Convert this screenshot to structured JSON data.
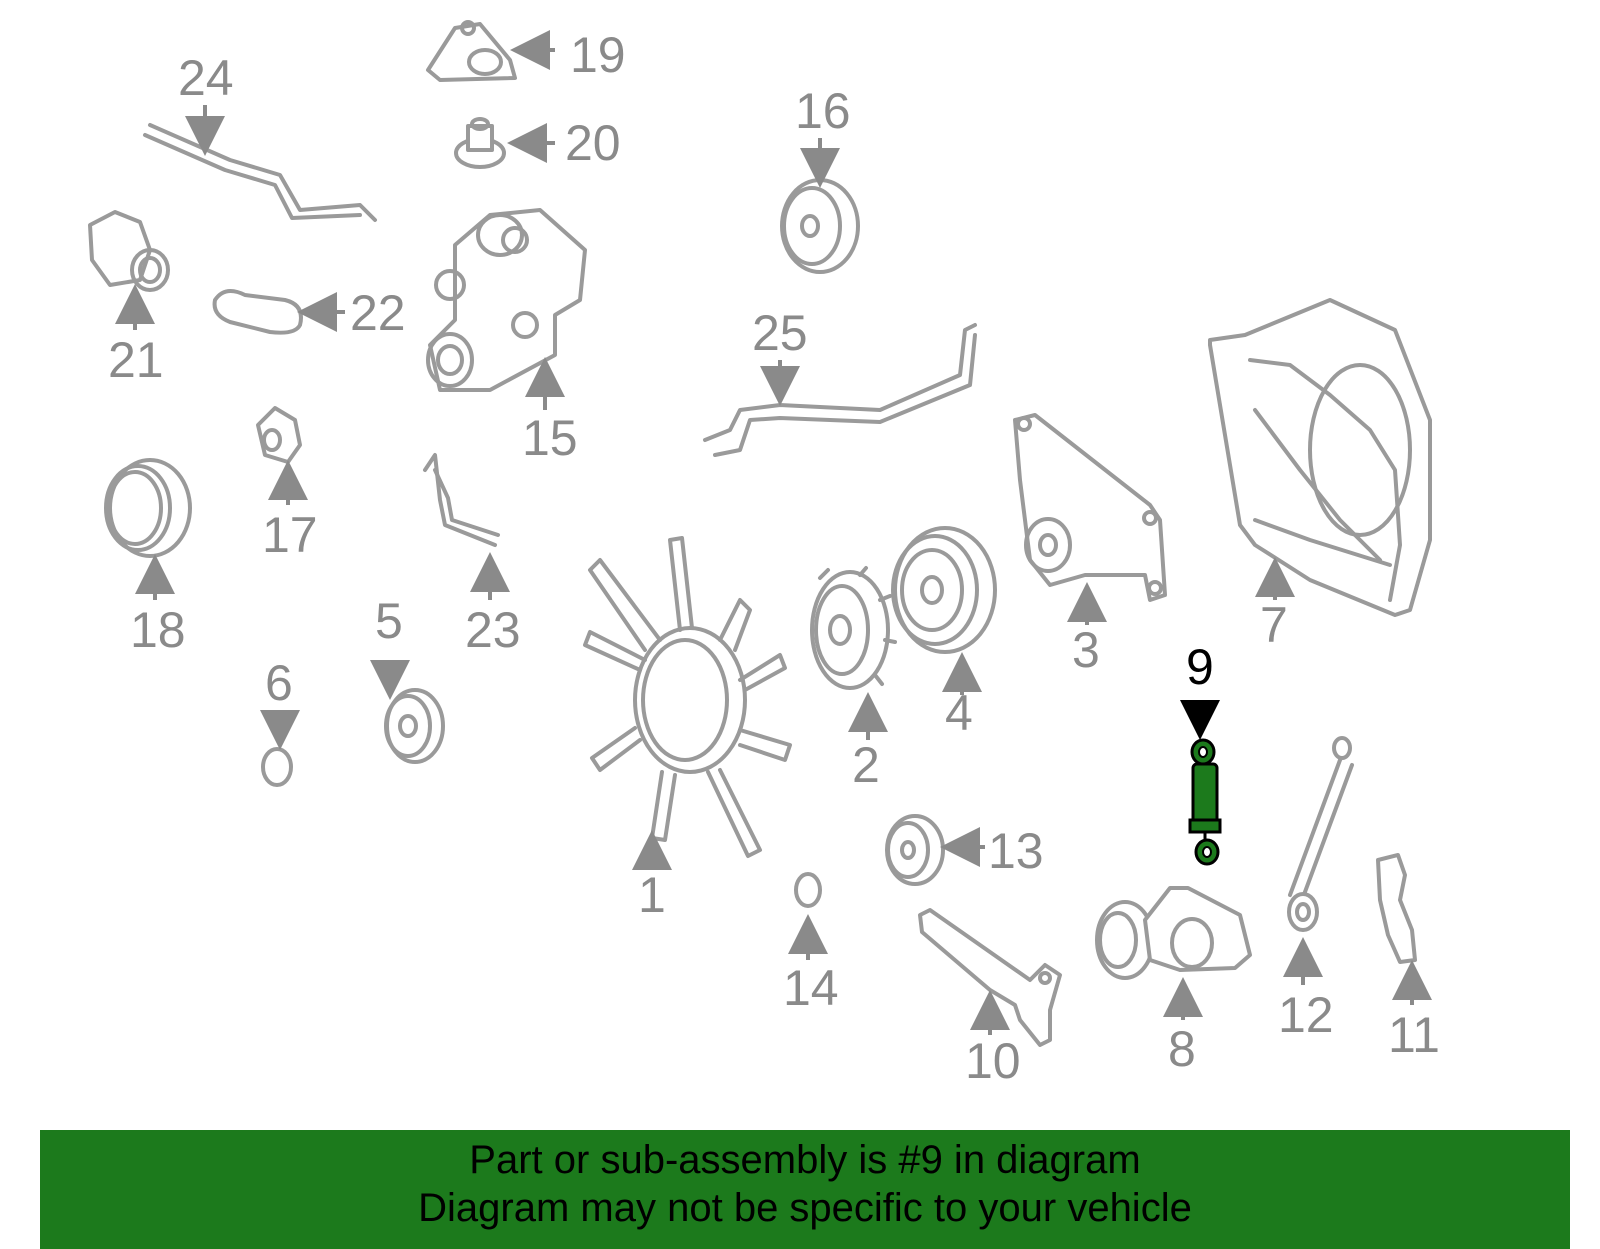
{
  "callouts": {
    "c1": "1",
    "c2": "2",
    "c3": "3",
    "c4": "4",
    "c5": "5",
    "c6": "6",
    "c7": "7",
    "c8": "8",
    "c9": "9",
    "c10": "10",
    "c11": "11",
    "c12": "12",
    "c13": "13",
    "c14": "14",
    "c15": "15",
    "c16": "16",
    "c17": "17",
    "c18": "18",
    "c19": "19",
    "c20": "20",
    "c21": "21",
    "c22": "22",
    "c23": "23",
    "c24": "24",
    "c25": "25"
  },
  "highlighted_part": "9",
  "colors": {
    "highlight": "#1c7a1c",
    "part_line": "#9a9a9a",
    "callout_text": "#8a8a8a"
  },
  "banner": {
    "line1": "Part or sub-assembly is #9 in diagram",
    "line2": "Diagram may not be specific to your vehicle"
  }
}
